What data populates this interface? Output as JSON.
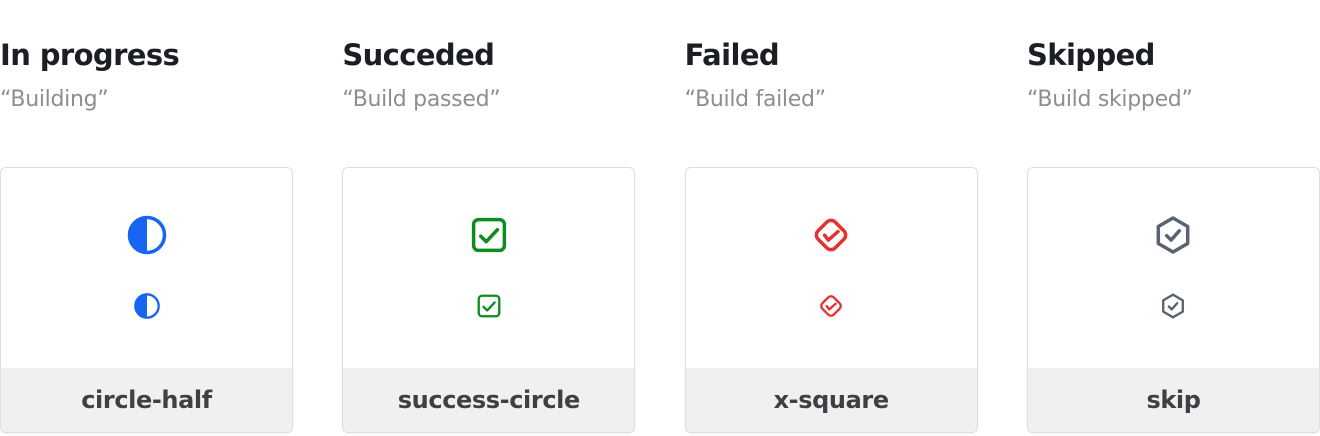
{
  "page": {
    "background": "#ffffff",
    "description_colors": {
      "title_text": "#1b1e22",
      "subtitle_text": "#8d8d92",
      "label_text": "#3d4045",
      "card_border": "#dedede",
      "card_footer_bg": "#f0f0f0"
    }
  },
  "columns": [
    {
      "title": "In progress",
      "subtitle": "“Building”",
      "label": "circle-half",
      "icon": "circle-half-icon",
      "icon_color": "#1765f2"
    },
    {
      "title": "Succeded",
      "subtitle": "“Build passed”",
      "label": "success-circle",
      "icon": "check-square-icon",
      "icon_color": "#0e8c1f"
    },
    {
      "title": "Failed",
      "subtitle": "“Build failed”",
      "label": "x-square",
      "icon": "diamond-check-icon",
      "icon_color": "#e5322e"
    },
    {
      "title": "Skipped",
      "subtitle": "“Build skipped”",
      "label": "skip",
      "icon": "hexagon-check-icon",
      "icon_color": "#5b6270"
    }
  ]
}
